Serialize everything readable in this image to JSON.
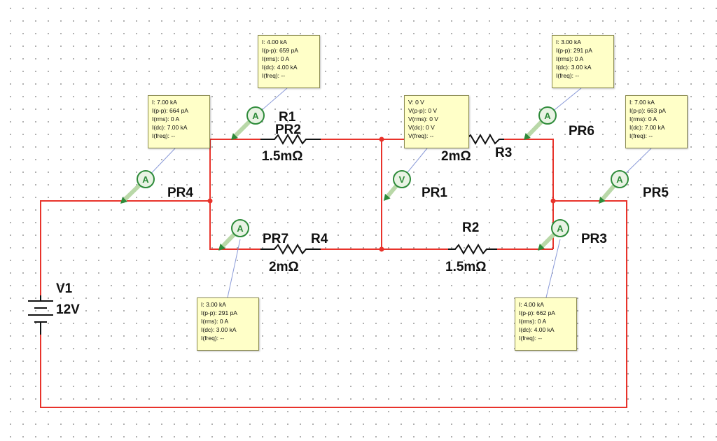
{
  "components": {
    "V1": {
      "name": "V1",
      "value": "12V"
    },
    "R1": {
      "name": "R1",
      "value": "1.5mΩ"
    },
    "R2": {
      "name": "R2",
      "value": "1.5mΩ"
    },
    "R3": {
      "name": "R3",
      "value": "2mΩ"
    },
    "R4": {
      "name": "R4",
      "value": "2mΩ"
    }
  },
  "probes": {
    "PR1": {
      "name": "PR1",
      "glyph": "V"
    },
    "PR2": {
      "name": "PR2",
      "glyph": "A"
    },
    "PR3": {
      "name": "PR3",
      "glyph": "A"
    },
    "PR4": {
      "name": "PR4",
      "glyph": "A"
    },
    "PR5": {
      "name": "PR5",
      "glyph": "A"
    },
    "PR6": {
      "name": "PR6",
      "glyph": "A"
    },
    "PR7": {
      "name": "PR7",
      "glyph": "A"
    }
  },
  "readouts": {
    "PR2": [
      "I: 4.00 kA",
      "I(p-p): 659 pA",
      "I(rms): 0 A",
      "I(dc): 4.00 kA",
      "I(freq): --"
    ],
    "PR4": [
      "I: 7.00 kA",
      "I(p-p): 664 pA",
      "I(rms): 0 A",
      "I(dc): 7.00 kA",
      "I(freq): --"
    ],
    "PR1": [
      "V: 0 V",
      "V(p-p): 0 V",
      "V(rms): 0 V",
      "V(dc): 0 V",
      "V(freq): --"
    ],
    "PR6": [
      "I: 3.00 kA",
      "I(p-p): 291 pA",
      "I(rms): 0 A",
      "I(dc): 3.00 kA",
      "I(freq): --"
    ],
    "PR5": [
      "I: 7.00 kA",
      "I(p-p): 663 pA",
      "I(rms): 0 A",
      "I(dc): 7.00 kA",
      "I(freq): --"
    ],
    "PR7": [
      "I: 3.00 kA",
      "I(p-p): 291 pA",
      "I(rms): 0 A",
      "I(dc): 3.00 kA",
      "I(freq): --"
    ],
    "PR3": [
      "I: 4.00 kA",
      "I(p-p): 662 pA",
      "I(rms): 0 A",
      "I(dc): 4.00 kA",
      "I(freq): --"
    ]
  },
  "colors": {
    "wire": "#e8332b",
    "probe": "#2e8b3a",
    "probe_fill": "#e9f3e4",
    "leader": "#8a9ad8",
    "tooltip_bg": "#ffffc8"
  }
}
